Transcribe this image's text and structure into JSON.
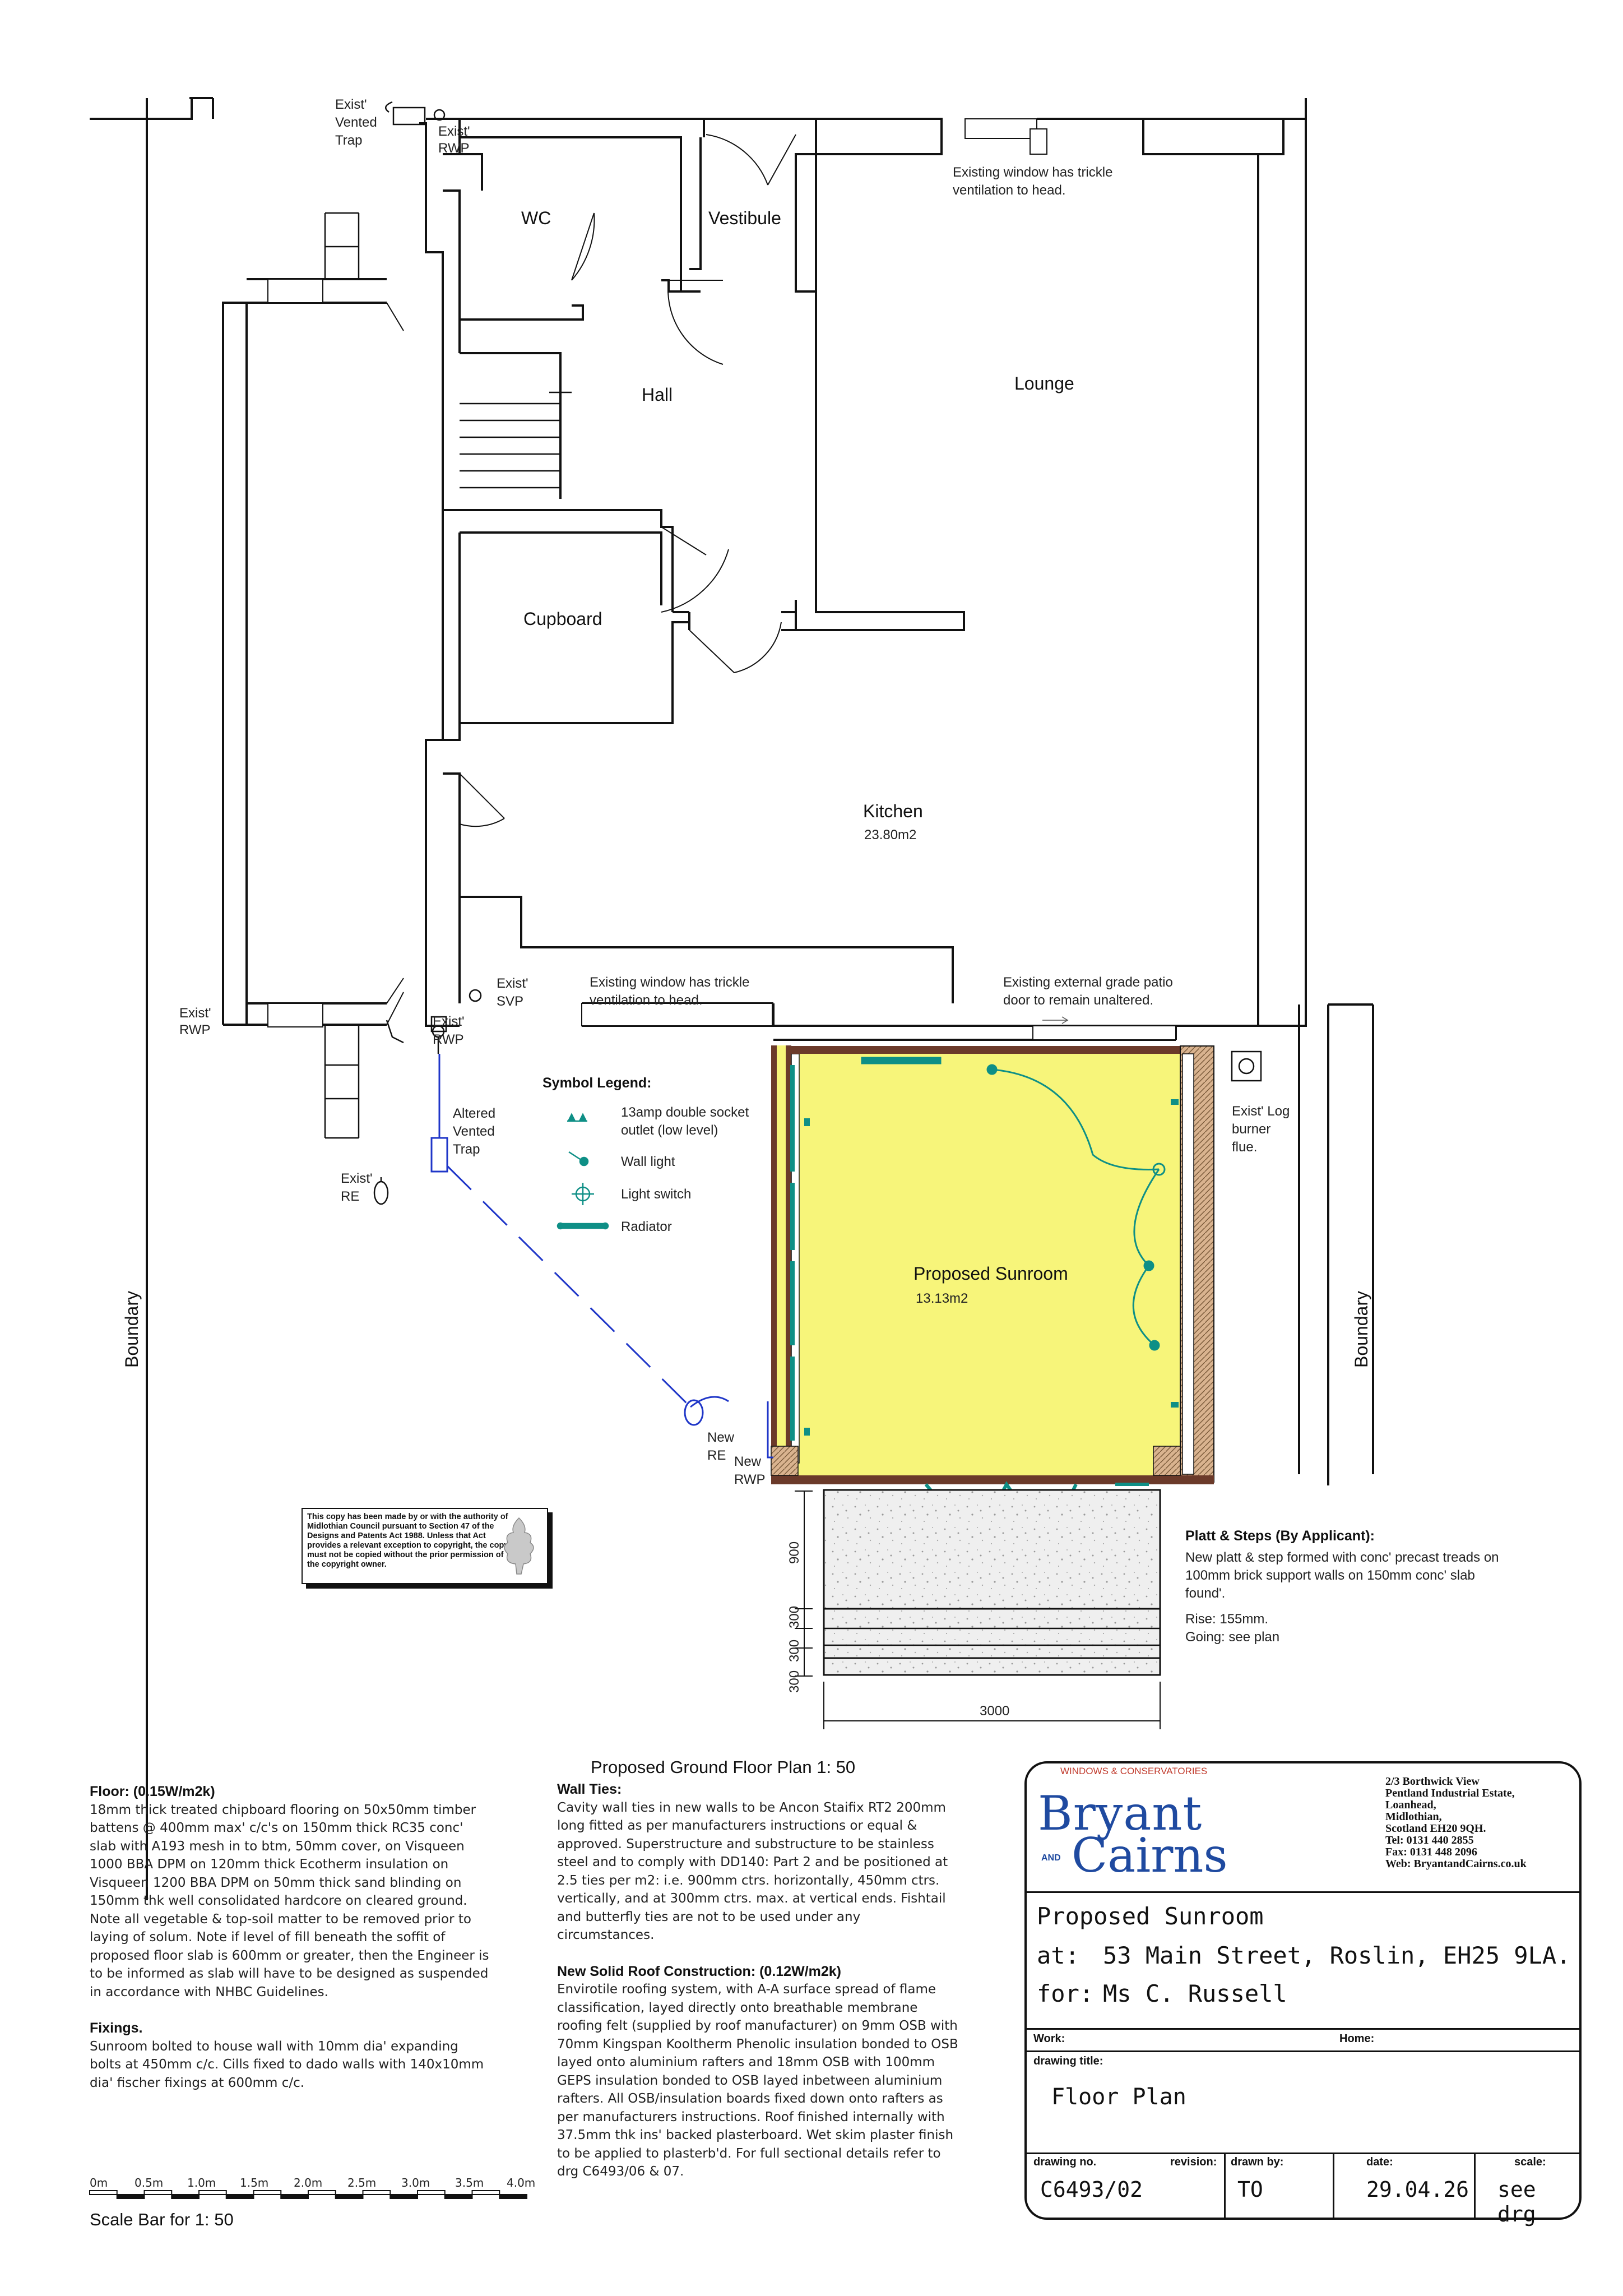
{
  "rooms": {
    "wc": "WC",
    "vestibule": "Vestibule",
    "hall": "Hall",
    "lounge": "Lounge",
    "cupboard": "Cupboard",
    "kitchen": "Kitchen",
    "kitchen_area": "23.80m2",
    "sunroom": "Proposed Sunroom",
    "sunroom_area": "13.13m2"
  },
  "annotations": {
    "exist_vented_trap": [
      "Exist'",
      "Vented",
      "Trap"
    ],
    "exist_rwp_top": [
      "Exist'",
      "RWP"
    ],
    "lounge_window": [
      "Existing window has trickle",
      "ventilation to head."
    ],
    "kitchen_window": [
      "Existing window has trickle",
      "ventilation to head."
    ],
    "patio_door": [
      "Existing external grade patio",
      "door to remain unaltered."
    ],
    "exist_svp": [
      "Exist'",
      "SVP"
    ],
    "exist_rwp_left": [
      "Exist'",
      "RWP"
    ],
    "exist_rwp_mid": [
      "Exist'",
      "RWP"
    ],
    "altered_vented_trap": [
      "Altered",
      "Vented",
      "Trap"
    ],
    "exist_re": [
      "Exist'",
      "RE"
    ],
    "new_re": [
      "New",
      "RE"
    ],
    "new_rwp": [
      "New",
      "RWP"
    ],
    "log_burner": [
      "Exist' Log",
      "burner",
      "flue."
    ],
    "boundary_left": "Boundary",
    "boundary_right": "Boundary"
  },
  "legend": {
    "title": "Symbol Legend:",
    "items": [
      {
        "label": [
          "13amp double socket",
          "outlet (low level)"
        ],
        "icon": "socket-icon"
      },
      {
        "label": [
          "Wall light"
        ],
        "icon": "wall-light-icon"
      },
      {
        "label": [
          "Light switch"
        ],
        "icon": "light-switch-icon"
      },
      {
        "label": [
          "Radiator"
        ],
        "icon": "radiator-icon"
      }
    ]
  },
  "dimensions": {
    "d900": "900",
    "d300a": "300",
    "d300b": "300",
    "d300c": "300",
    "d3000": "3000"
  },
  "platt_steps": {
    "title": "Platt & Steps (By Applicant):",
    "lines": [
      "New platt & step formed with conc' precast treads on",
      "100mm brick support walls on 150mm conc' slab",
      "found'.",
      "Rise: 155mm.",
      "Going: see plan"
    ]
  },
  "copyright": "This copy has been made by or with the authority of Midlothian Council pursuant to Section 47 of the Designs and Patents Act 1988. Unless that Act provides a relevant exception to copyright, the copy must not be copied without the prior permission of the copyright owner.",
  "plan_title": "Proposed Ground Floor Plan 1: 50",
  "notes": {
    "floor_title": "Floor: (0.15W/m2k)",
    "floor_text": "18mm thick treated chipboard flooring on 50x50mm timber battens @ 400mm max' c/c's on 150mm thick RC35 conc' slab with A193 mesh in to btm, 50mm cover, on Visqueen 1000 BBA DPM on 120mm thick Ecotherm insulation on Visqueen 1200 BBA DPM on 50mm thick sand blinding on 150mm thk well consolidated hardcore on cleared ground. Note all vegetable & top-soil matter to be removed prior to laying of solum. Note if level of fill beneath the soffit of proposed floor slab is 600mm or greater, then the Engineer is to be informed as slab will have to be designed as suspended in accordance with NHBC Guidelines.",
    "fixings_title": "Fixings.",
    "fixings_text": "Sunroom bolted to house wall with 10mm dia' expanding bolts at 450mm c/c. Cills fixed to dado walls with 140x10mm dia' fischer fixings at 600mm c/c.",
    "ties_title": "Wall Ties:",
    "ties_text": "Cavity wall ties in new walls to be Ancon Staifix RT2 200mm long fitted as per manufacturers instructions or equal & approved. Superstructure and substructure to be stainless steel and to comply with DD140: Part 2 and be positioned at 2.5 ties per m2: i.e. 900mm ctrs. horizontally, 450mm ctrs. vertically, and at 300mm ctrs. max. at vertical ends. Fishtail and butterfly ties are not to be used under any circumstances.",
    "roof_title": "New Solid Roof Construction: (0.12W/m2k)",
    "roof_text": "Envirotile roofing system, with A-A surface spread of flame classification, layed directly onto breathable membrane roofing felt (supplied by roof manufacturer) on 9mm OSB with 70mm Kingspan Kooltherm Phenolic insulation bonded to OSB layed onto aluminium rafters and 18mm OSB with 100mm GEPS insulation bonded to OSB layed inbetween aluminium rafters. All OSB/insulation boards fixed down onto rafters as per manufacturers instructions. Roof finished internally with 37.5mm thk ins' backed plasterboard. Wet skim plaster finish to be applied to plasterb'd. For full sectional details refer to drg C6493/06 & 07."
  },
  "scale_bar": {
    "ticks": [
      "0m",
      "0.5m",
      "1.0m",
      "1.5m",
      "2.0m",
      "2.5m",
      "3.0m",
      "3.5m",
      "4.0m"
    ],
    "caption": "Scale Bar for 1: 50"
  },
  "title_block": {
    "logo_line1": "Bryant",
    "logo_and": "AND",
    "logo_line2": "Cairns",
    "logo_arc": "WINDOWS & CONSERVATORIES",
    "address": [
      "2/3 Borthwick View",
      "Pentland Industrial Estate,",
      "Loanhead,",
      "Midlothian,",
      "Scotland EH20 9QH.",
      "Tel: 0131 440 2855",
      "Fax: 0131 448 2096",
      "Web: BryantandCairns.co.uk"
    ],
    "project": "Proposed Sunroom",
    "at_label": "at:",
    "at_value": "53 Main Street, Roslin, EH25 9LA.",
    "for_label": "for:",
    "for_value": "Ms C. Russell",
    "work_label": "Work:",
    "home_label": "Home:",
    "drawing_title_label": "drawing title:",
    "drawing_title": "Floor Plan",
    "drawing_no_label": "drawing no.",
    "drawing_no": "C6493/02",
    "revision_label": "revision:",
    "drawn_by_label": "drawn by:",
    "drawn_by": "TO",
    "date_label": "date:",
    "date": "29.04.26",
    "scale_label": "scale:",
    "scale": "see drg"
  },
  "colors": {
    "sunroom_fill": "#f7f57a",
    "electrical": "#0e8f86",
    "drain": "#1f36c8",
    "logo_blue": "#1f4aa0",
    "logo_red": "#c0392b"
  }
}
